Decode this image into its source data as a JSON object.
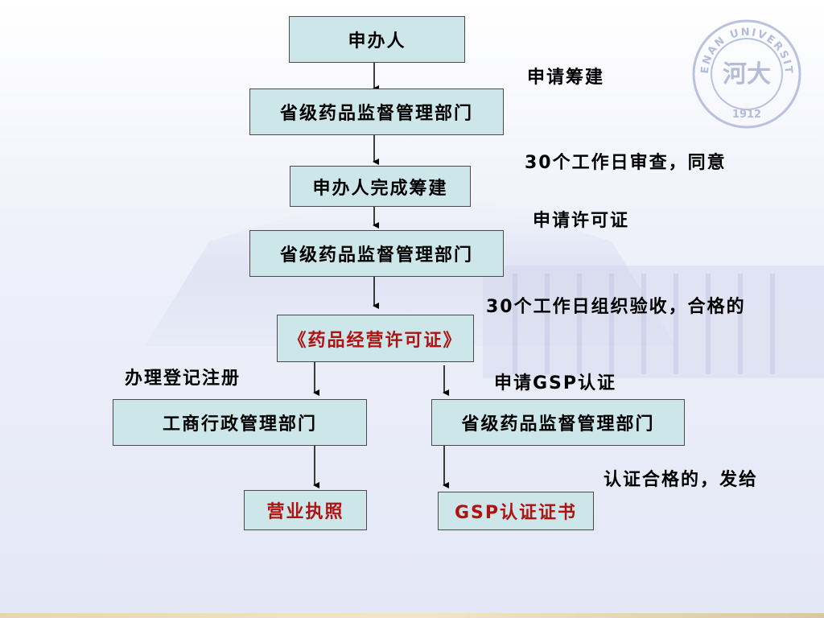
{
  "nodes": {
    "applicant": "申办人",
    "provincial_dept_1": "省级药品监督管理部门",
    "applicant_complete": "申办人完成筹建",
    "provincial_dept_2": "省级药品监督管理部门",
    "license": "《药品经营许可证》",
    "commerce_dept": "工商行政管理部门",
    "provincial_dept_3": "省级药品监督管理部门",
    "business_license": "营业执照",
    "gsp_certificate": "GSP认证证书"
  },
  "labels": {
    "apply_prep": "申请筹建",
    "review_30days": "30个工作日审查，同意",
    "apply_license": "申请许可证",
    "accept_30days": "30个工作日组织验收，合格的",
    "register": "办理登记注册",
    "apply_gsp": "申请GSP认证",
    "certify_issue": "认证合格的，发给"
  },
  "logo": {
    "text_top": "HENAN UNIVERSITY",
    "year": "1912",
    "emblem": "河大"
  },
  "colors": {
    "box_fill": "#cde6ea",
    "highlight_text": "#b01212"
  }
}
